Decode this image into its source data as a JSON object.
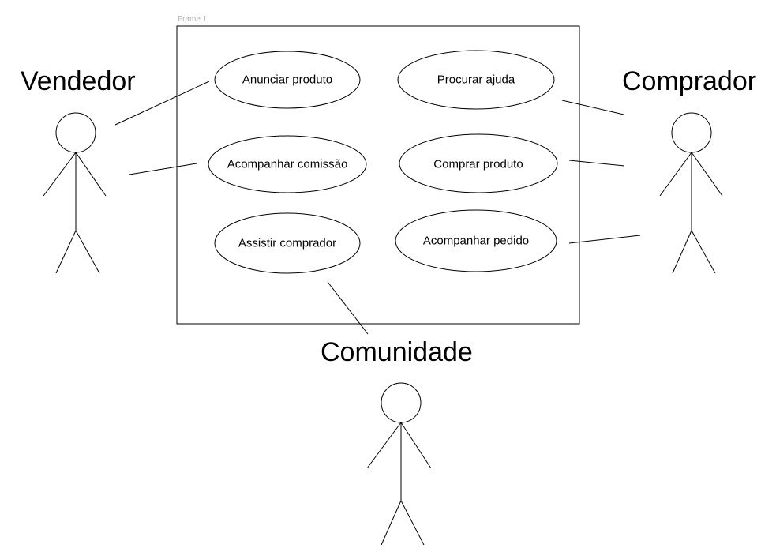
{
  "frame": {
    "label": "Frame 1"
  },
  "actors": {
    "vendedor": "Vendedor",
    "comprador": "Comprador",
    "comunidade": "Comunidade"
  },
  "use_cases": {
    "anunciar_produto": "Anunciar produto",
    "acompanhar_comissao": "Acompanhar comissão",
    "assistir_comprador": "Assistir comprador",
    "procurar_ajuda": "Procurar ajuda",
    "comprar_produto": "Comprar produto",
    "acompanhar_pedido": "Acompanhar pedido"
  },
  "colors": {
    "stroke": "#000000",
    "frame_label": "#b3b3b3",
    "background": "#ffffff"
  }
}
